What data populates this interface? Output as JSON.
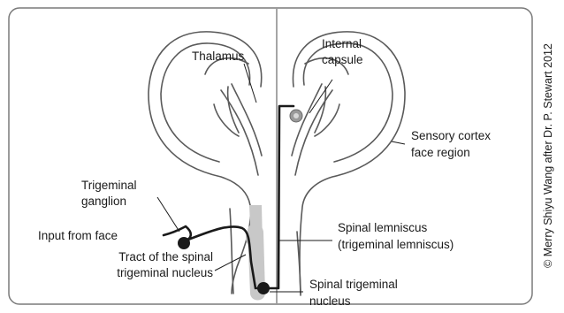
{
  "labels": {
    "thalamus": "Thalamus",
    "internal_capsule_1": "Internal",
    "internal_capsule_2": "capsule",
    "sensory_cortex_1": "Sensory cortex",
    "sensory_cortex_2": "face region",
    "trigeminal_ganglion_1": "Trigeminal",
    "trigeminal_ganglion_2": "ganglion",
    "input_from_face": "Input from face",
    "tract_1": "Tract of the spinal",
    "tract_2": "trigeminal nucleus",
    "spinal_lemniscus_1": "Spinal lemniscus",
    "spinal_lemniscus_2": "(trigeminal lemniscus)",
    "spinal_trigeminal_1": "Spinal trigeminal",
    "spinal_trigeminal_2": "nucleus"
  },
  "credit": "© Merry Shiyu Wang after Dr. P. Stewart 2012",
  "colors": {
    "outline": "#5a5a5a",
    "pathway": "#1a1a1a",
    "nucleus_fill": "#c8c8c8",
    "thalamic_dot": "#9a9a9a",
    "frame": "#7a7a7a"
  }
}
